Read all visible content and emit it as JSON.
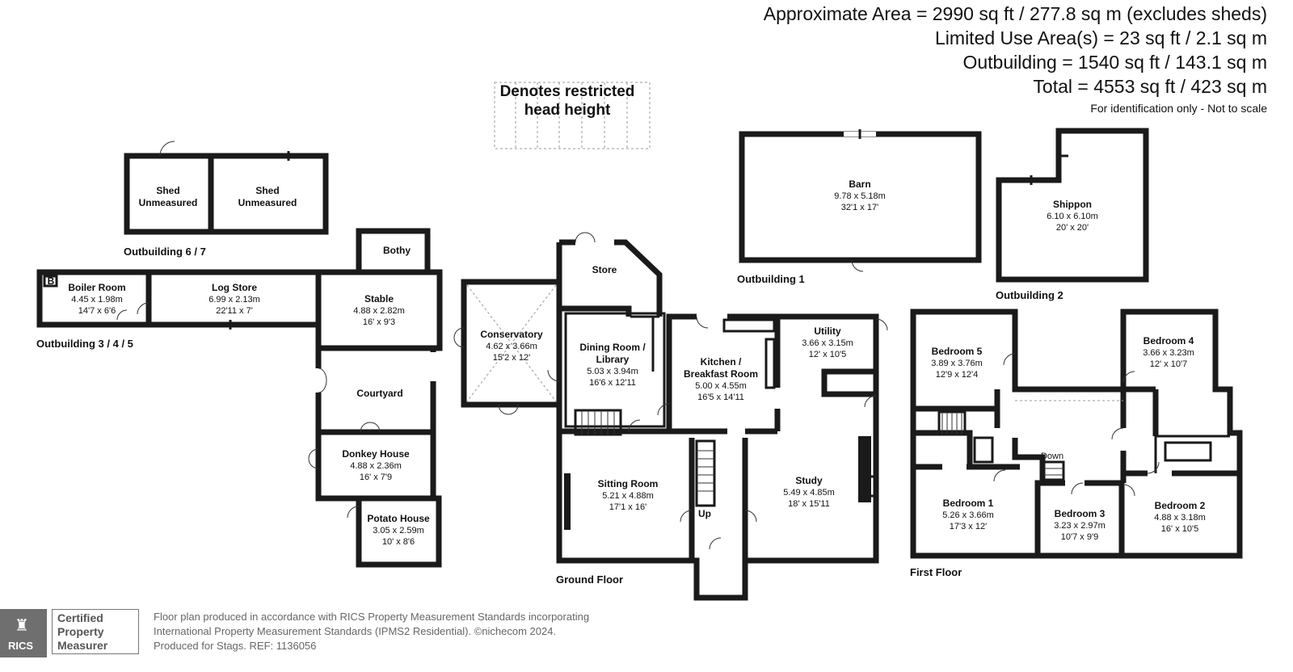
{
  "summary": {
    "approx_area": "Approximate Area = 2990 sq ft / 277.8 sq m (excludes sheds)",
    "limited_use": "Limited Use Area(s) = 23 sq ft / 2.1 sq m",
    "outbuilding": "Outbuilding = 1540 sq ft / 143.1 sq m",
    "total": "Total = 4553 sq ft / 423 sq m",
    "note": "For identification only - Not to scale"
  },
  "legend": {
    "line1": "Denotes restricted",
    "line2": "head height"
  },
  "rooms": {
    "shed1": {
      "name": "Shed",
      "sub": "Unmeasured"
    },
    "shed2": {
      "name": "Shed",
      "sub": "Unmeasured"
    },
    "bothy": {
      "name": "Bothy"
    },
    "boiler": {
      "name": "Boiler Room",
      "metric": "4.45 x 1.98m",
      "imperial": "14'7 x 6'6",
      "mark": "B"
    },
    "logstore": {
      "name": "Log Store",
      "metric": "6.99 x 2.13m",
      "imperial": "22'11 x 7'"
    },
    "stable": {
      "name": "Stable",
      "metric": "4.88 x 2.82m",
      "imperial": "16' x 9'3"
    },
    "courtyard": {
      "name": "Courtyard"
    },
    "donkey": {
      "name": "Donkey House",
      "metric": "4.88 x 2.36m",
      "imperial": "16' x 7'9"
    },
    "potato": {
      "name": "Potato House",
      "metric": "3.05 x 2.59m",
      "imperial": "10' x 8'6"
    },
    "conservatory": {
      "name": "Conservatory",
      "metric": "4.62 x 3.66m",
      "imperial": "15'2 x 12'"
    },
    "store": {
      "name": "Store"
    },
    "dining": {
      "name": "Dining Room /",
      "name2": "Library",
      "metric": "5.03 x 3.94m",
      "imperial": "16'6 x 12'11"
    },
    "kitchen": {
      "name": "Kitchen /",
      "name2": "Breakfast Room",
      "metric": "5.00 x 4.55m",
      "imperial": "16'5 x 14'11"
    },
    "utility": {
      "name": "Utility",
      "metric": "3.66 x 3.15m",
      "imperial": "12' x 10'5"
    },
    "sitting": {
      "name": "Sitting Room",
      "metric": "5.21 x 4.88m",
      "imperial": "17'1 x 16'"
    },
    "study": {
      "name": "Study",
      "metric": "5.49 x 4.85m",
      "imperial": "18' x 15'11"
    },
    "barn": {
      "name": "Barn",
      "metric": "9.78 x 5.18m",
      "imperial": "32'1 x 17'"
    },
    "shippon": {
      "name": "Shippon",
      "metric": "6.10 x 6.10m",
      "imperial": "20' x 20'"
    },
    "bed5": {
      "name": "Bedroom 5",
      "metric": "3.89 x 3.76m",
      "imperial": "12'9 x 12'4"
    },
    "bed4": {
      "name": "Bedroom 4",
      "metric": "3.66 x 3.23m",
      "imperial": "12' x 10'7"
    },
    "bed1": {
      "name": "Bedroom 1",
      "metric": "5.26 x 3.66m",
      "imperial": "17'3 x 12'"
    },
    "bed3": {
      "name": "Bedroom 3",
      "metric": "3.23 x 2.97m",
      "imperial": "10'7 x 9'9"
    },
    "bed2": {
      "name": "Bedroom 2",
      "metric": "4.88 x 3.18m",
      "imperial": "16' x 10'5"
    }
  },
  "stair_labels": {
    "up": "Up",
    "down": "Down"
  },
  "section_labels": {
    "outbuilding67": "Outbuilding 6 / 7",
    "outbuilding345": "Outbuilding 3 / 4 / 5",
    "outbuilding1": "Outbuilding 1",
    "outbuilding2": "Outbuilding 2",
    "ground_floor": "Ground Floor",
    "first_floor": "First Floor"
  },
  "badge": {
    "logo_text": "RICS",
    "cert_line1": "Certified",
    "cert_line2": "Property",
    "cert_line3": "Measurer"
  },
  "footer": {
    "line1": "Floor plan produced in accordance with RICS Property Measurement Standards incorporating",
    "line2": "International Property Measurement Standards (IPMS2 Residential).   ©nichecom 2024.",
    "line3": "Produced for Stags.   REF:  1136056"
  }
}
